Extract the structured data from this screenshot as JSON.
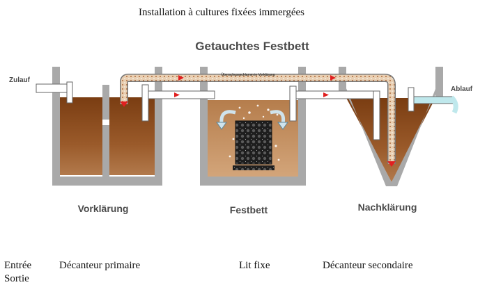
{
  "header": {
    "title": "Installation à cultures fixées immergées"
  },
  "diagram": {
    "title": "Getauchtes Festbett",
    "inlet": "Zulauf",
    "outlet": "Ablauf",
    "pipe_label": "Überschussschlamm in Vorklärung",
    "stages": [
      "Vorklärung",
      "Festbett",
      "Nachklärung"
    ],
    "colors": {
      "tank_wall": "#a9a9a9",
      "sludge": "#8e4f20",
      "water": "#c19164",
      "clear_water": "#bfe8ec",
      "flow_arrow": "#e02020",
      "return_pipe": "#e8c9a8"
    }
  },
  "legend": {
    "entree": "Entrée",
    "sortie": "Sortie",
    "stage1": "Décanteur primaire",
    "stage2": "Lit fixe",
    "stage3": "Décanteur secondaire"
  }
}
